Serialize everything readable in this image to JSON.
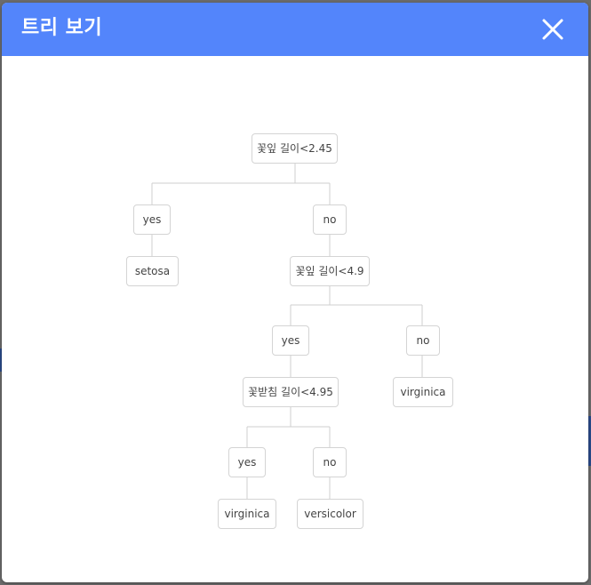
{
  "modal": {
    "title": "트리 보기",
    "close_icon": "close-icon"
  },
  "tree": {
    "root": "꽃잎 길이<2.45",
    "root_yes": "yes",
    "root_yes_leaf": "setosa",
    "root_no": "no",
    "n2": "꽃잎 길이<4.9",
    "n2_yes": "yes",
    "n2_no": "no",
    "n2_no_leaf": "virginica",
    "n3": "꽃받침 길이<4.95",
    "n3_yes": "yes",
    "n3_yes_leaf": "virginica",
    "n3_no": "no",
    "n3_no_leaf": "versicolor"
  },
  "colors": {
    "header": "#5385fb",
    "node_border": "#d4d4d4",
    "line": "#cfcfcf"
  }
}
